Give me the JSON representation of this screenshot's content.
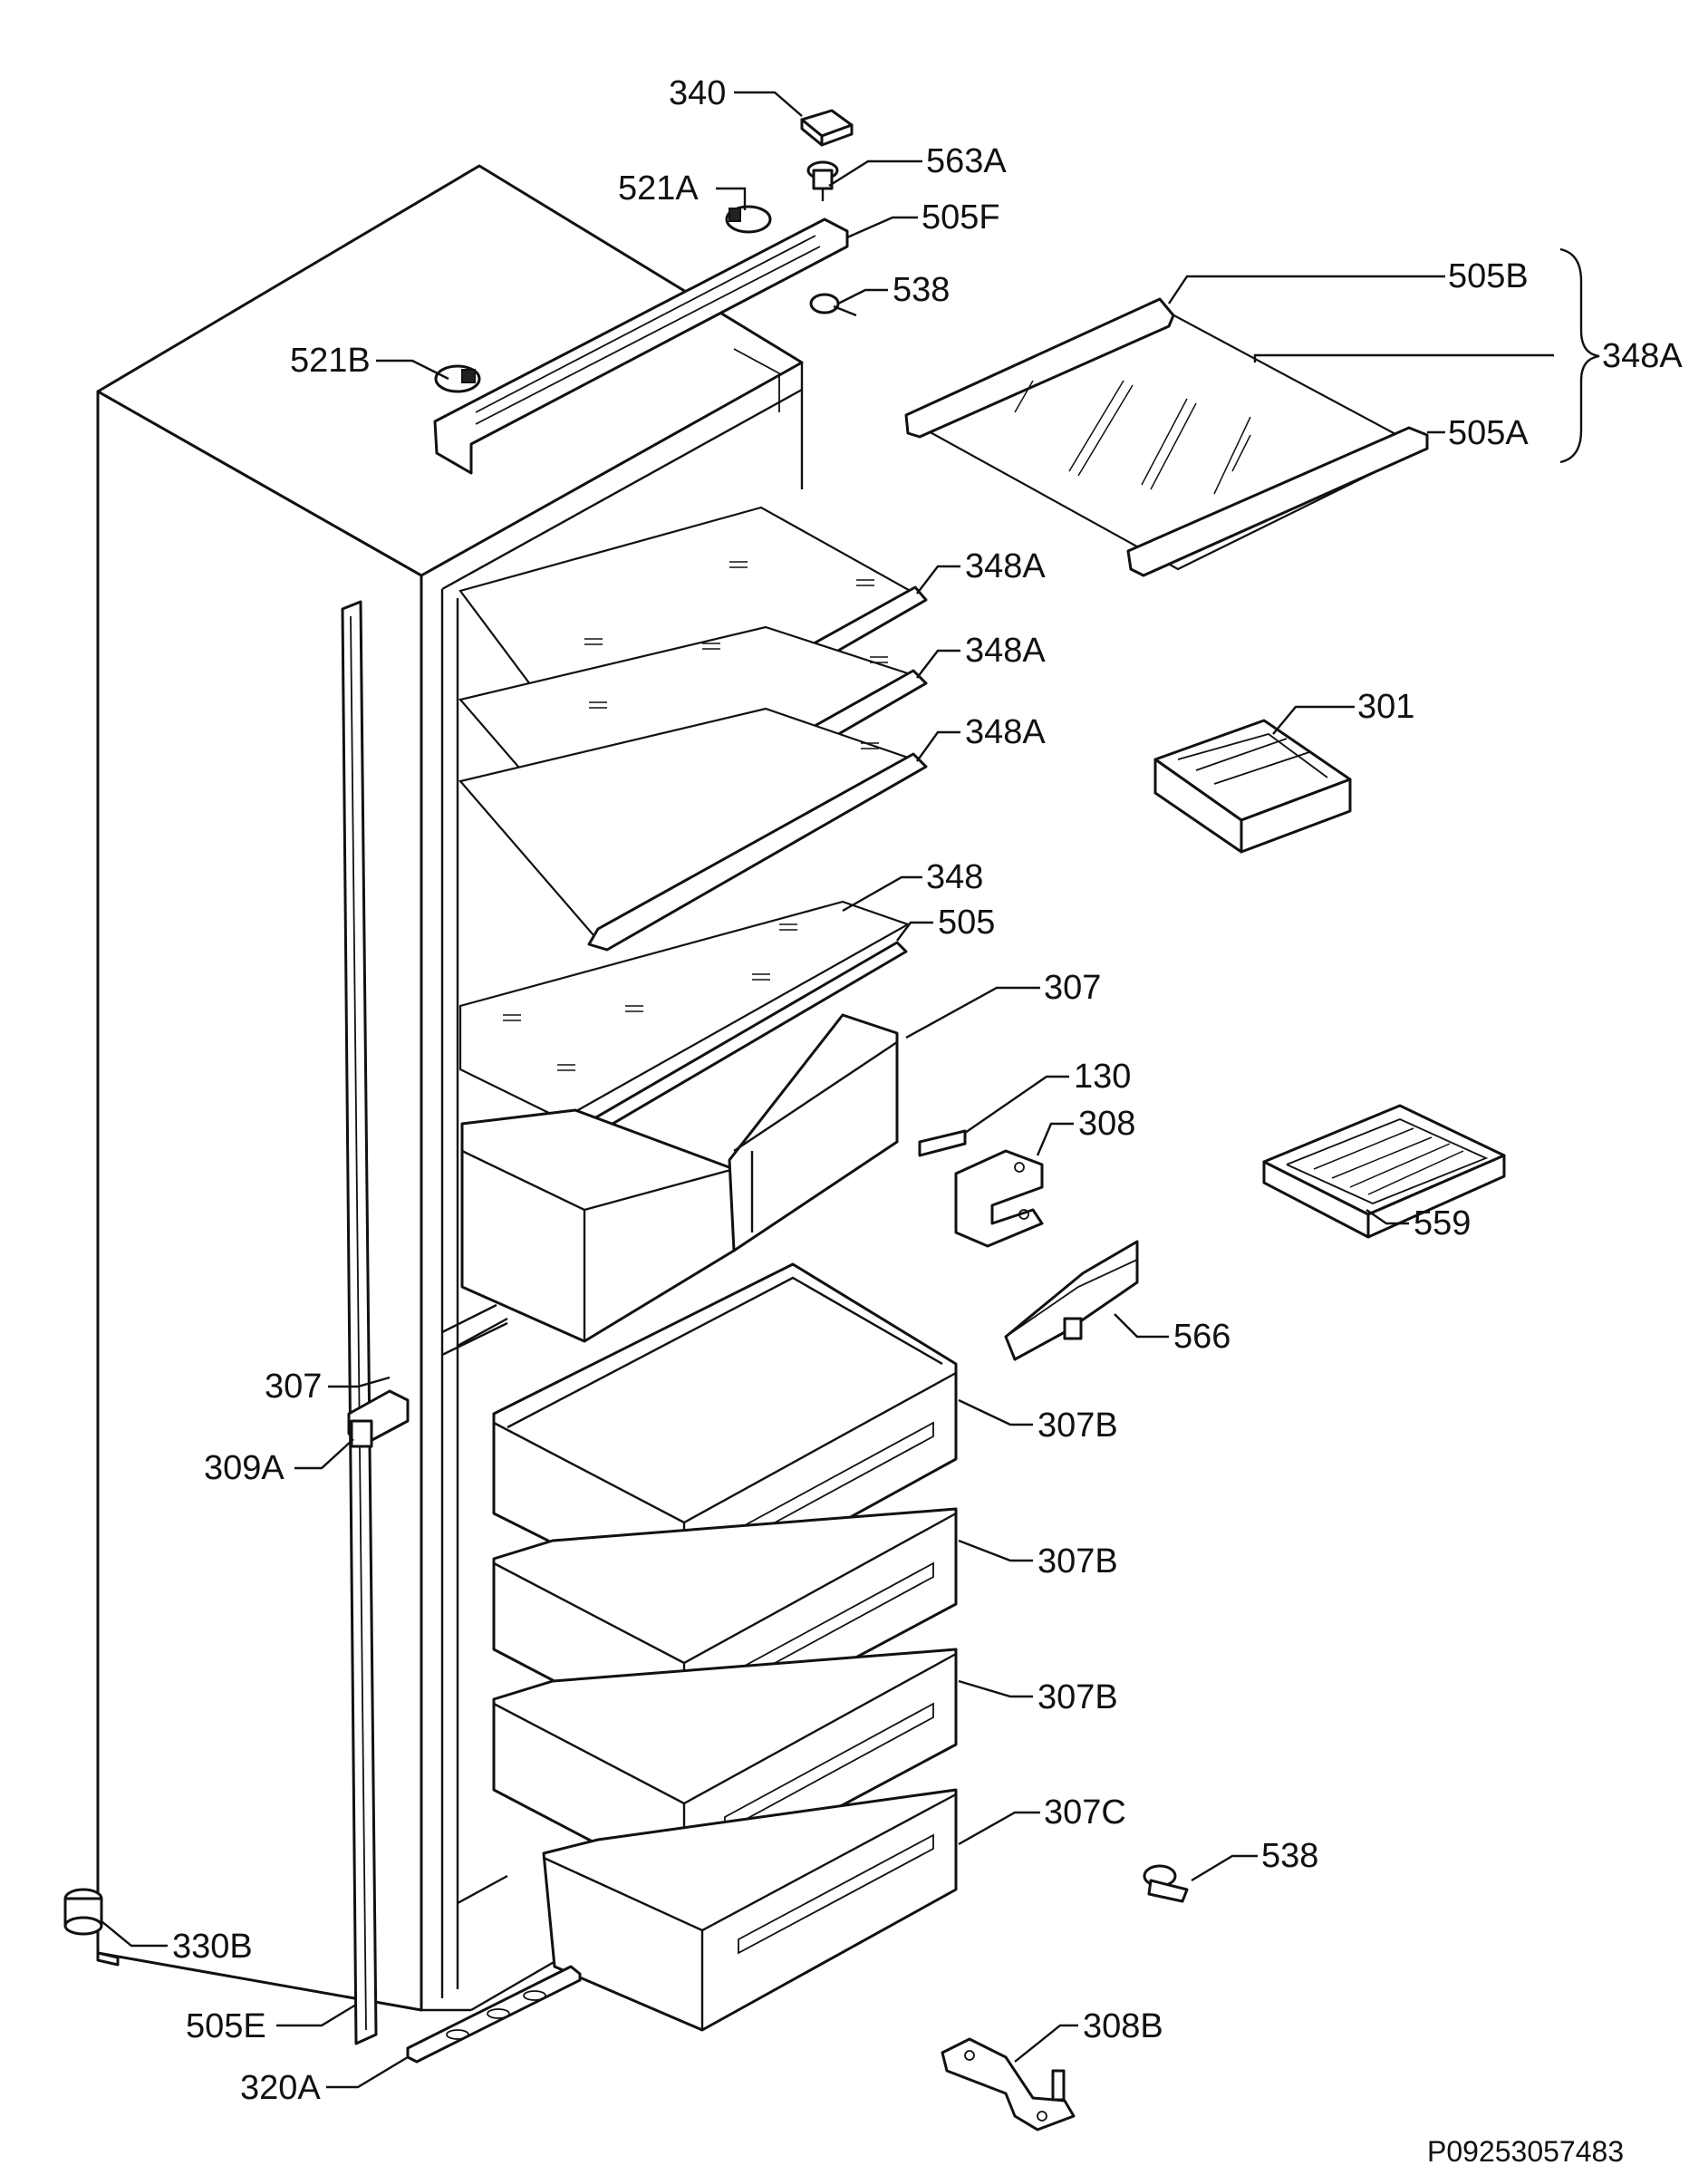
{
  "diagram": {
    "labels": {
      "l340": "340",
      "l563a": "563A",
      "l521a": "521A",
      "l505f": "505F",
      "l538top": "538",
      "l521b": "521B",
      "l505b": "505B",
      "l348a_group": "348A",
      "l505a": "505A",
      "l348a_1": "348A",
      "l348a_2": "348A",
      "l348a_3": "348A",
      "l301": "301",
      "l348": "348",
      "l505": "505",
      "l307_top": "307",
      "l130": "130",
      "l308": "308",
      "l559": "559",
      "l566": "566",
      "l307_left": "307",
      "l309a": "309A",
      "l307b_1": "307B",
      "l307b_2": "307B",
      "l307b_3": "307B",
      "l307c": "307C",
      "l538_bot": "538",
      "l330b": "330B",
      "l505e": "505E",
      "l308b": "308B",
      "l320a": "320A"
    },
    "drawing_code": "P09253057483"
  }
}
